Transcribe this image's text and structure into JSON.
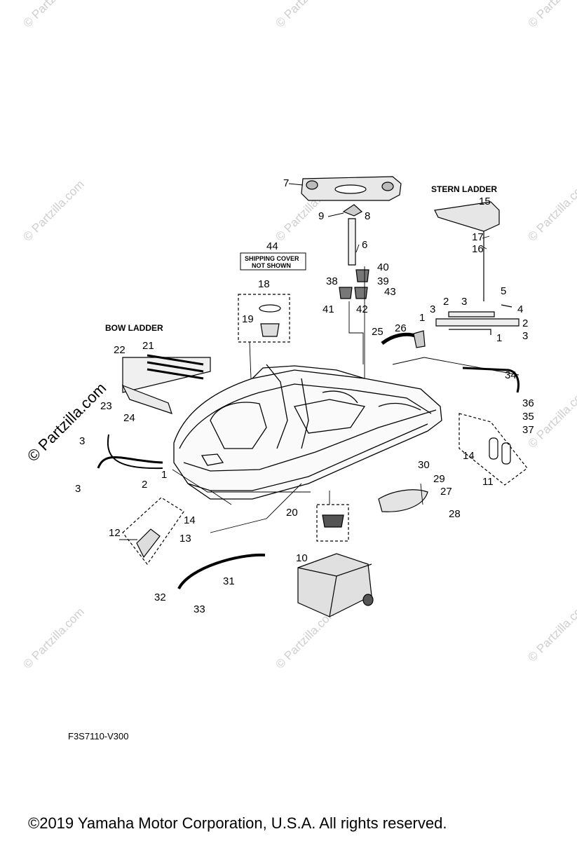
{
  "watermark": "© Partzilla.com",
  "labels": {
    "stern_ladder": "STERN LADDER",
    "bow_ladder": "BOW LADDER",
    "shipping_cover_line1": "SHIPPING COVER",
    "shipping_cover_line2": "NOT SHOWN"
  },
  "callouts": [
    "1",
    "2",
    "3",
    "4",
    "5",
    "6",
    "7",
    "8",
    "9",
    "10",
    "11",
    "12",
    "13",
    "14",
    "15",
    "16",
    "17",
    "18",
    "19",
    "20",
    "21",
    "22",
    "23",
    "24",
    "25",
    "26",
    "27",
    "28",
    "29",
    "30",
    "31",
    "32",
    "33",
    "34",
    "35",
    "36",
    "37",
    "38",
    "39",
    "40",
    "41",
    "42",
    "43",
    "44"
  ],
  "diagram_code": "F3S7110-V300",
  "copyright": "©2019  Yamaha Motor Corporation, U.S.A. All rights reserved."
}
